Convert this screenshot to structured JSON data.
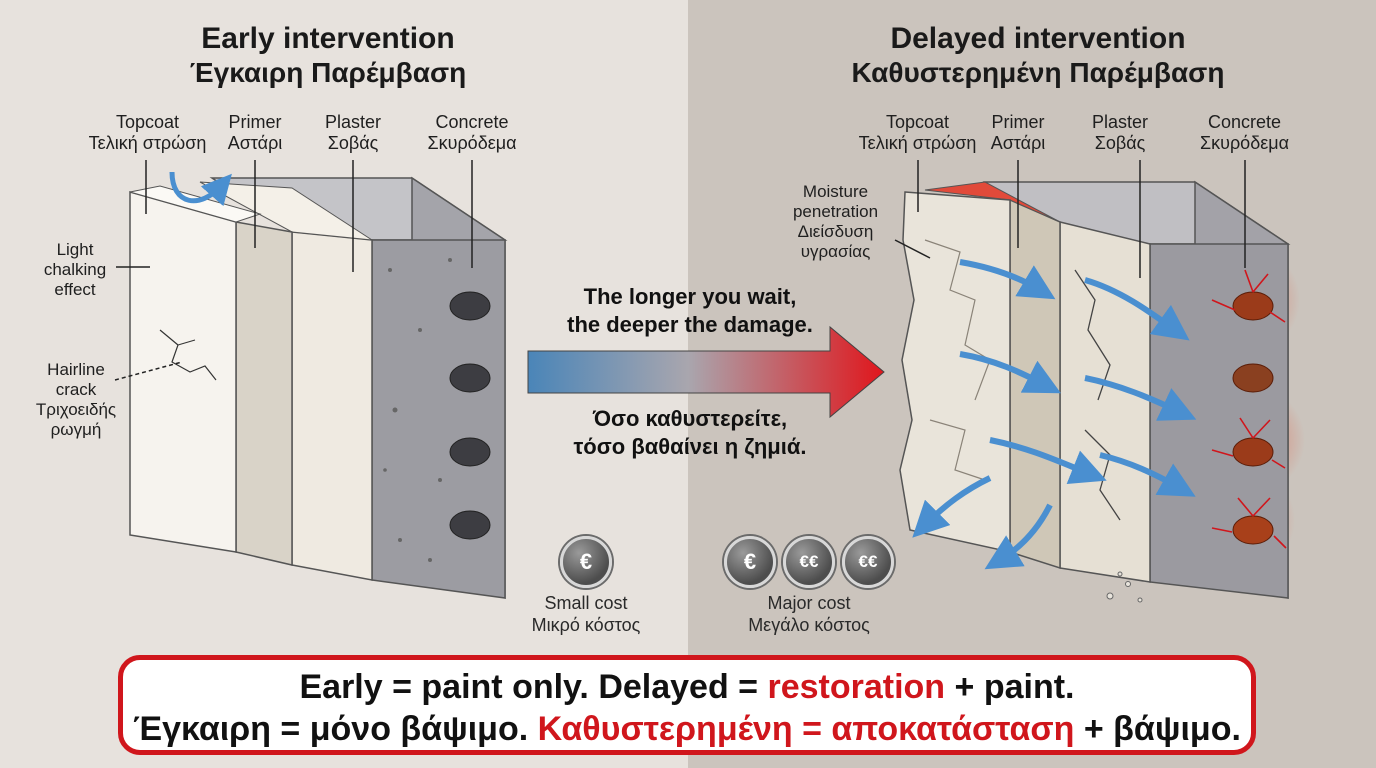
{
  "left": {
    "title_en": "Early intervention",
    "title_gr": "Έγκαιρη Παρέμβαση",
    "layers": [
      {
        "en": "Topcoat",
        "gr": "Τελική στρώση"
      },
      {
        "en": "Primer",
        "gr": "Αστάρι"
      },
      {
        "en": "Plaster",
        "gr": "Σοβάς"
      },
      {
        "en": "Concrete",
        "gr": "Σκυρόδεμα"
      }
    ],
    "chalking": {
      "l1": "Light",
      "l2": "chalking",
      "l3": "effect"
    },
    "crack": {
      "l1": "Hairline",
      "l2": "crack",
      "l3": "Τριχοειδής",
      "l4": "ρωγμή"
    },
    "cost": {
      "coins": [
        "€"
      ],
      "en": "Small cost",
      "gr": "Μικρό κόστος"
    }
  },
  "right": {
    "title_en": "Delayed intervention",
    "title_gr": "Καθυστερημένη Παρέμβαση",
    "layers": [
      {
        "en": "Topcoat",
        "gr": "Τελική στρώση"
      },
      {
        "en": "Primer",
        "gr": "Αστάρι"
      },
      {
        "en": "Plaster",
        "gr": "Σοβάς"
      },
      {
        "en": "Concrete",
        "gr": "Σκυρόδεμα"
      }
    ],
    "moisture": {
      "l1": "Moisture",
      "l2": "penetration",
      "l3": "Διείσδυση",
      "l4": "υγρασίας"
    },
    "cost": {
      "coins": [
        "€",
        "€€",
        "€€"
      ],
      "en": "Major cost",
      "gr": "Μεγάλο κόστος"
    }
  },
  "middle": {
    "en_l1": "The longer you wait,",
    "en_l2": "the deeper the damage.",
    "gr_l1": "Όσο καθυστερείτε,",
    "gr_l2": "τόσο βαθαίνει η ζημιά."
  },
  "bottom": {
    "line1_a": "Early = paint only. Delayed = ",
    "line1_red": "restoration",
    "line1_b": " + paint.",
    "line2_a": "Έγκαιρη = μόνο βάψιμο. ",
    "line2_red": "Καθυστερημένη = αποκατάσταση",
    "line2_b": " + βάψιμο."
  },
  "colors": {
    "accent_red": "#d0161c",
    "arrow_blue": "#4a8fd0",
    "concrete": "#9a9aa0"
  }
}
